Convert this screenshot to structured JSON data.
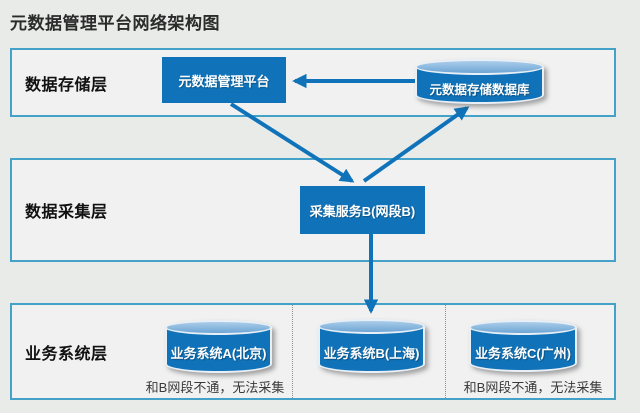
{
  "page": {
    "title": "元数据管理平台网络架构图",
    "colors": {
      "accent": "#1073b9",
      "band-border": "#44a1c7",
      "page-bg": "#e9ebe9",
      "band-bg": "#f0f1f0",
      "cyl_outline": "#e8eff6",
      "cyl_top_light": "#aacdea",
      "cyl_top_dark": "#6fa6d4"
    }
  },
  "layers": {
    "storage": {
      "label": "数据存储层"
    },
    "collection": {
      "label": "数据采集层"
    },
    "business": {
      "label": "业务系统层"
    }
  },
  "nodes": {
    "platform": {
      "label": "元数据管理平台",
      "shape": "box"
    },
    "metadata_db": {
      "label": "元数据存储数据库",
      "shape": "cylinder"
    },
    "collector_b": {
      "label": "采集服务B(网段B)",
      "shape": "box"
    },
    "system_a": {
      "label": "业务系统A(北京)",
      "shape": "cylinder",
      "note": "和B网段不通，无法采集"
    },
    "system_b": {
      "label": "业务系统B(上海)",
      "shape": "cylinder"
    },
    "system_c": {
      "label": "业务系统C(广州)",
      "shape": "cylinder",
      "note": "和B网段不通，无法采集"
    }
  },
  "edges": [
    {
      "from": "metadata_db",
      "to": "platform",
      "direction": "left"
    },
    {
      "from": "platform",
      "to": "collector_b",
      "direction": "down"
    },
    {
      "from": "collector_b",
      "to": "metadata_db",
      "direction": "up"
    },
    {
      "from": "collector_b",
      "to": "system_b",
      "direction": "down"
    }
  ]
}
